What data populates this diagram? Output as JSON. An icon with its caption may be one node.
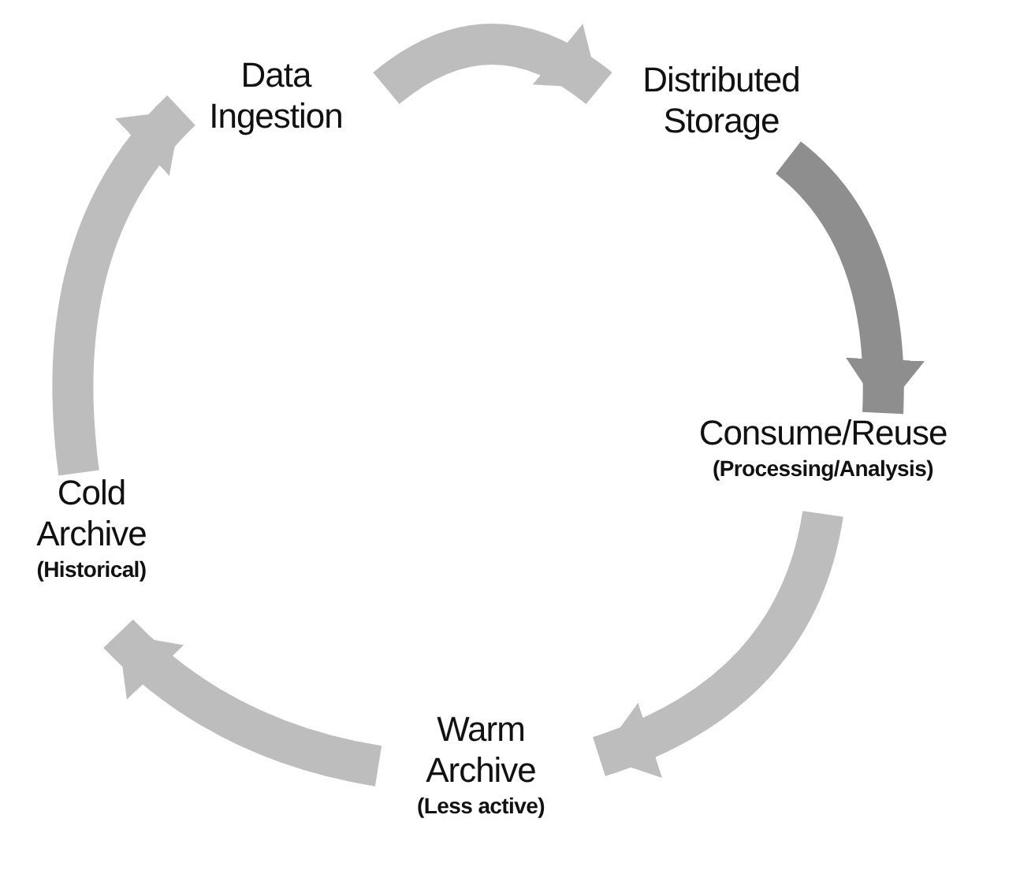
{
  "diagram": {
    "nodes": [
      {
        "text": [
          "Data Ingestion"
        ]
      },
      {
        "text": [
          "Distributed Storage"
        ]
      },
      {
        "text": [
          "Consume/Reuse",
          "(Processing/Analysis)"
        ]
      },
      {
        "text": [
          "Warm Archive",
          "(Less active)"
        ]
      },
      {
        "text": [
          "Cold Archive",
          "(Historical)"
        ]
      }
    ],
    "edges": [
      {
        "from": 0,
        "to": 1,
        "arrow": "to"
      },
      {
        "from": 1,
        "to": 2,
        "arrow": "to",
        "color": "#8e8e8e"
      },
      {
        "from": 2,
        "to": 3,
        "arrow": "to"
      },
      {
        "from": 3,
        "to": 4,
        "arrow": "to"
      },
      {
        "from": 4,
        "to": 0,
        "arrow": "to"
      }
    ]
  }
}
